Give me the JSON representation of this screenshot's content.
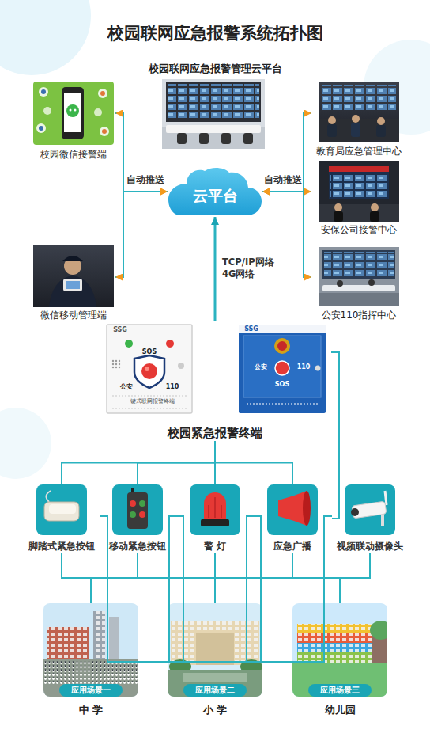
{
  "diagram": {
    "title": "校园联网应急报警系统拓扑图",
    "nodes": [
      {
        "text": [
          "校园微信接警端"
        ]
      },
      {
        "text": [
          "校园联网应急报警管理云平台"
        ]
      },
      {
        "text": [
          "教育局应急管理中心"
        ]
      },
      {
        "text": [
          "云平台"
        ]
      },
      {
        "text": [
          "安保公司接警中心"
        ]
      },
      {
        "text": [
          "微信移动管理端"
        ]
      },
      {
        "text": [
          "公安110指挥中心"
        ]
      },
      {
        "text": [
          "校园紧急报警终端"
        ]
      },
      {
        "text": [
          "脚踏式紧急按钮"
        ]
      },
      {
        "text": [
          "移动紧急按钮"
        ]
      },
      {
        "text": [
          "警 灯"
        ]
      },
      {
        "text": [
          "应急广播"
        ]
      },
      {
        "text": [
          "视频联动摄像头"
        ]
      },
      {
        "text": [
          "应用场景一",
          "中 学"
        ]
      },
      {
        "text": [
          "应用场景二",
          "小 学"
        ]
      },
      {
        "text": [
          "应用场景三",
          "幼儿园"
        ]
      }
    ],
    "edges": [
      {
        "from": 0,
        "to": 3,
        "label": "自动推送",
        "arrow": "both"
      },
      {
        "from": 5,
        "to": 3,
        "arrow": "both"
      },
      {
        "from": 2,
        "to": 3,
        "label": "自动推送",
        "arrow": "both"
      },
      {
        "from": 4,
        "to": 3,
        "arrow": "both"
      },
      {
        "from": 6,
        "to": 3,
        "arrow": "both"
      },
      {
        "from": 7,
        "to": 3,
        "label": "TCP/IP网络 4G网络",
        "arrow": "to"
      },
      {
        "from": 7,
        "to": 8,
        "arrow": "none"
      },
      {
        "from": 7,
        "to": 9,
        "arrow": "none"
      },
      {
        "from": 7,
        "to": 10,
        "arrow": "none"
      },
      {
        "from": 7,
        "to": 11,
        "arrow": "none"
      },
      {
        "from": 7,
        "to": 12,
        "arrow": "none"
      },
      {
        "from": 8,
        "to": 13,
        "arrow": "none"
      },
      {
        "from": 8,
        "to": 14,
        "arrow": "none"
      },
      {
        "from": 8,
        "to": 15,
        "arrow": "none"
      },
      {
        "from": 9,
        "to": 13,
        "arrow": "none"
      },
      {
        "from": 9,
        "to": 14,
        "arrow": "none"
      },
      {
        "from": 9,
        "to": 15,
        "arrow": "none"
      },
      {
        "from": 10,
        "to": 13,
        "arrow": "none"
      },
      {
        "from": 10,
        "to": 14,
        "arrow": "none"
      },
      {
        "from": 10,
        "to": 15,
        "arrow": "none"
      },
      {
        "from": 11,
        "to": 13,
        "arrow": "none"
      },
      {
        "from": 11,
        "to": 14,
        "arrow": "none"
      },
      {
        "from": 11,
        "to": 15,
        "arrow": "none"
      },
      {
        "from": 12,
        "to": 13,
        "arrow": "none"
      },
      {
        "from": 12,
        "to": 14,
        "arrow": "none"
      },
      {
        "from": 12,
        "to": 15,
        "arrow": "none"
      }
    ],
    "labels": [
      "SSG",
      "SOS",
      "公安",
      "110",
      "一键式联网报警终端",
      "SSG",
      "SOS",
      "公安",
      "110"
    ]
  }
}
